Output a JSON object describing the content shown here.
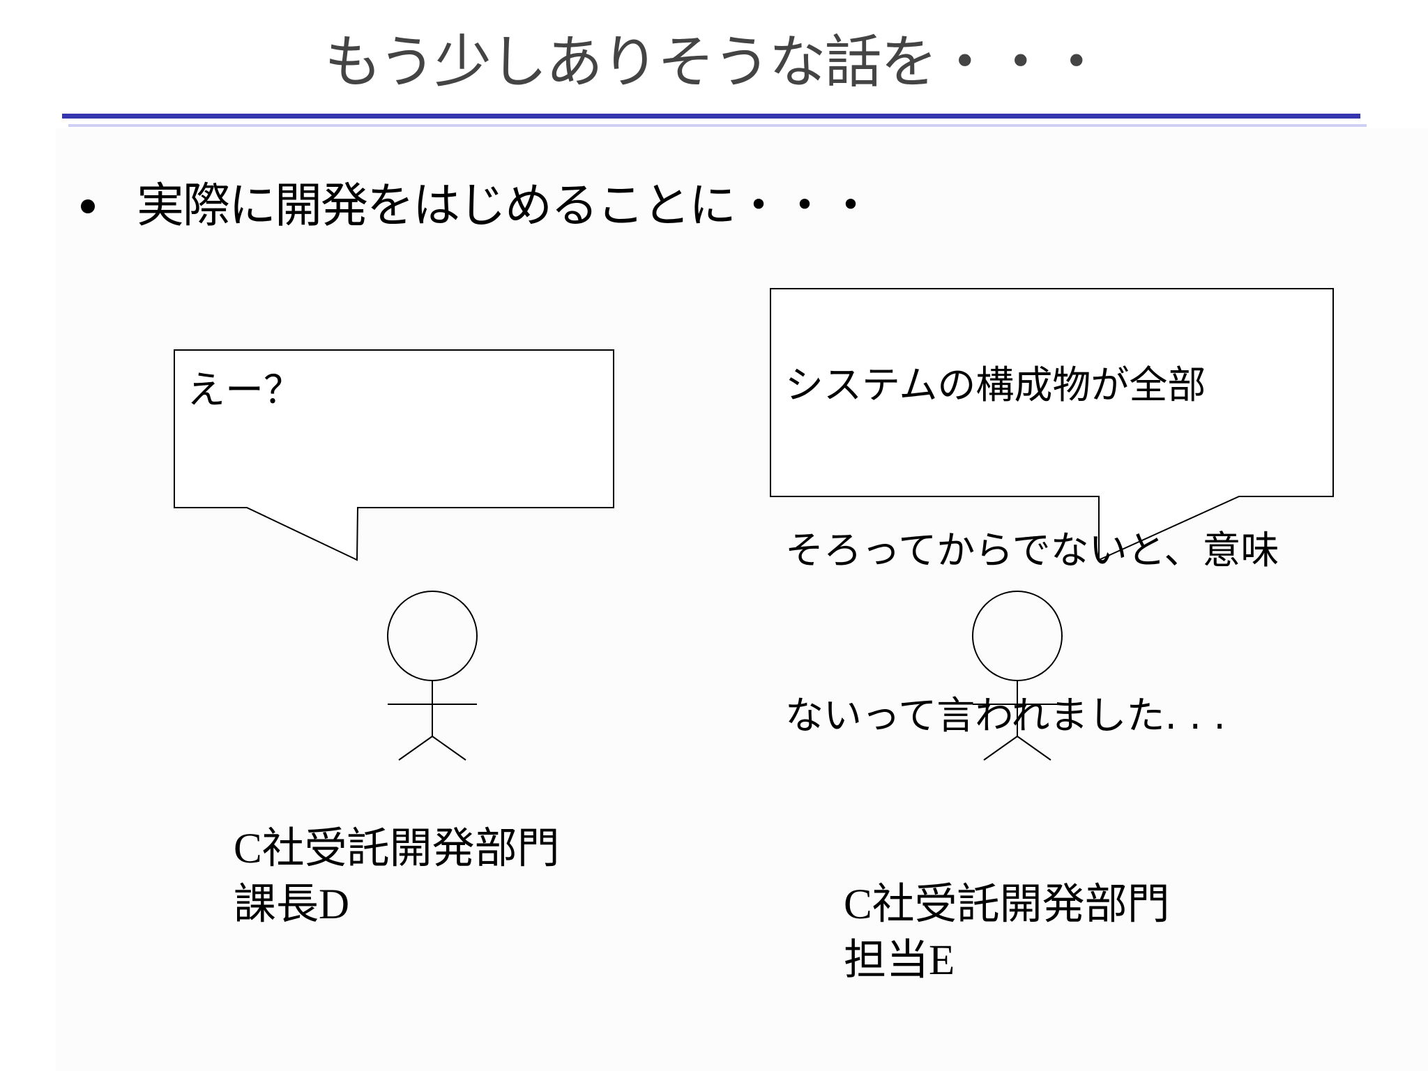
{
  "slide": {
    "title": "もう少しありそうな話を・・・",
    "bullet": "実際に開発をはじめることに・・・"
  },
  "actors": {
    "manager": {
      "speech": "えー？",
      "org": "C社受託開発部門",
      "role": "課長D"
    },
    "staff": {
      "speech_lines": [
        "システムの構成物が全部",
        "そろってからでないと、意味",
        "ないって言われました. . ."
      ],
      "org": "C社受託開発部門",
      "role": "担当E"
    }
  },
  "colors": {
    "title_text": "#444444",
    "title_rule": "#3535b0",
    "title_rule_shadow": "#cfd0f3",
    "background": "#fcfcfc"
  }
}
